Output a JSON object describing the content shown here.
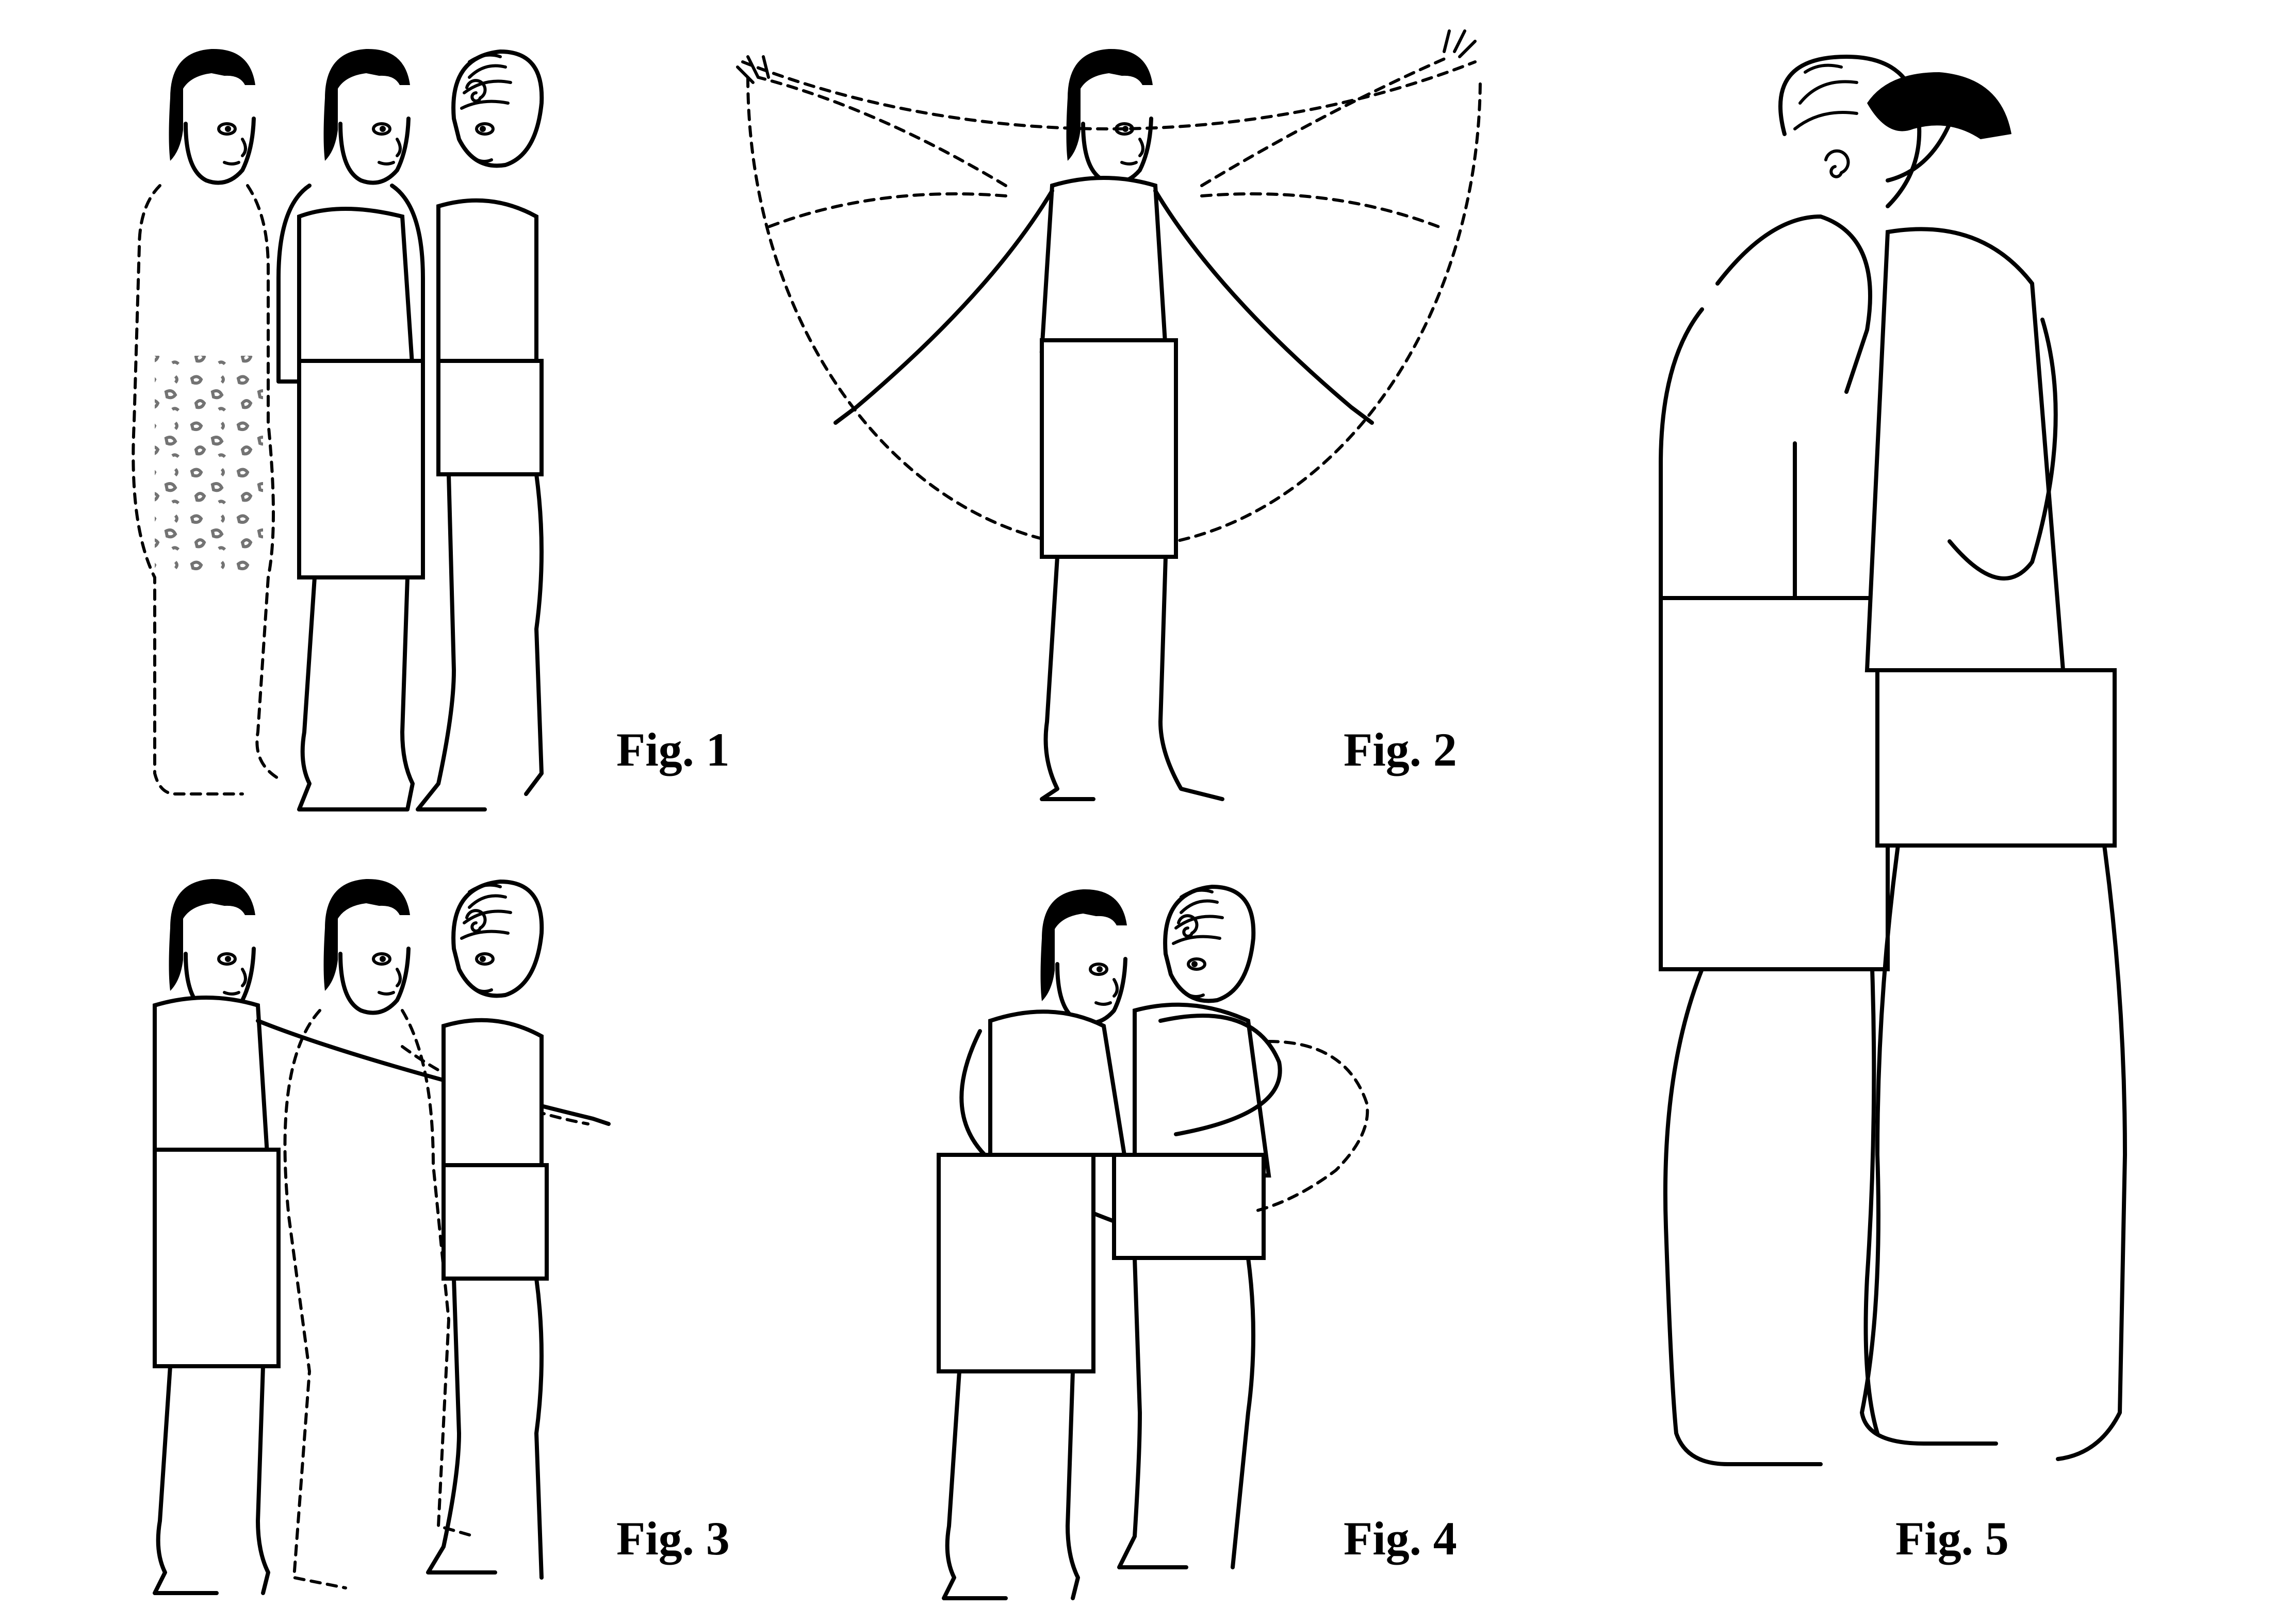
{
  "figures": [
    {
      "caption": "Fig. 1"
    },
    {
      "caption": "Fig. 2"
    },
    {
      "caption": "Fig. 3"
    },
    {
      "caption": "Fig. 4"
    },
    {
      "caption": "Fig. 5"
    }
  ]
}
